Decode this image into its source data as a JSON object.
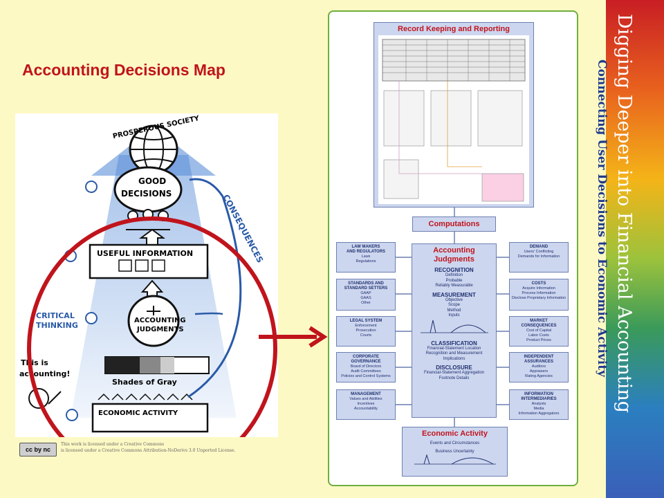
{
  "slide": {
    "title": "Accounting Decisions Map"
  },
  "banner": {
    "line1": "Digging Deeper into Financial Accounting",
    "line2": "Connecting User Decisions to Economic Activity"
  },
  "sketch": {
    "prosperous_society": "PROSPEROUS SOCIETY",
    "good_decisions_1": "GOOD",
    "good_decisions_2": "DECISIONS",
    "consequences": "CONSEQUENCES",
    "useful_information": "USEFUL INFORMATION",
    "accounting_judgments_1": "ACCOUNTING",
    "accounting_judgments_2": "JUDGMENTS",
    "critical_thinking_1": "CRITICAL",
    "critical_thinking_2": "THINKING",
    "this_is_accounting_1": "This is",
    "this_is_accounting_2": "accounting!",
    "shades_of_gray": "Shades of Gray",
    "economic_activity": "ECONOMIC ACTIVITY"
  },
  "license": {
    "badge": "cc by nc",
    "text_1": "This work is licensed under a Creative Commons",
    "text_2": "is licensed under a Creative Commons Attribution-NoDerivs 3.0 Unported License."
  },
  "map": {
    "record_keeping": "Record Keeping and Reporting",
    "computations": "Computations",
    "accounting_judgments": {
      "title_1": "Accounting",
      "title_2": "Judgments",
      "sections": [
        {
          "head": "RECOGNITION",
          "items": [
            "Definition",
            "Probable",
            "Reliably Measurable"
          ]
        },
        {
          "head": "MEASUREMENT",
          "items": [
            "Objective",
            "Scope",
            "Method",
            "Inputs"
          ]
        },
        {
          "head": "CLASSIFICATION",
          "items": [
            "Financial-Statement Location",
            "Recognition and Measurement",
            "Implications"
          ]
        },
        {
          "head": "DISCLOSURE",
          "items": [
            "Financial-Statement Aggregation",
            "Footnote Details"
          ]
        }
      ]
    },
    "economic_activity": {
      "title": "Economic Activity",
      "items": [
        "Events and Circumstances",
        "Business Uncertainty"
      ]
    },
    "left_boxes": [
      {
        "head": [
          "LAW MAKERS",
          "AND REGULATORS"
        ],
        "items": [
          "Laws",
          "Regulations"
        ]
      },
      {
        "head": [
          "STANDARDS AND",
          "STANDARD SETTERS"
        ],
        "items": [
          "GAAP",
          "GAAS",
          "Other"
        ]
      },
      {
        "head": [
          "LEGAL SYSTEM"
        ],
        "items": [
          "Enforcement",
          "Prosecution",
          "Courts"
        ]
      },
      {
        "head": [
          "CORPORATE",
          "GOVERNANCE"
        ],
        "items": [
          "Board of Directors",
          "Audit Committees",
          "Policies and Control Systems"
        ]
      },
      {
        "head": [
          "MANAGEMENT"
        ],
        "items": [
          "Values and Abilities",
          "Incentives",
          "Accountability"
        ]
      }
    ],
    "right_boxes": [
      {
        "head": [
          "DEMAND"
        ],
        "items": [
          "Users' Conflicting",
          "Demands for Information"
        ]
      },
      {
        "head": [
          "COSTS"
        ],
        "items": [
          "Acquire Information",
          "Process Information",
          "Disclose Proprietary Information"
        ]
      },
      {
        "head": [
          "MARKET",
          "CONSEQUENCES"
        ],
        "items": [
          "Cost of Capital",
          "Labor Costs",
          "Product Prices"
        ]
      },
      {
        "head": [
          "INDEPENDENT",
          "ASSURANCES"
        ],
        "items": [
          "Auditors",
          "Appraisers",
          "Rating Agencies"
        ]
      },
      {
        "head": [
          "INFORMATION",
          "INTERMEDIARIES"
        ],
        "items": [
          "Analysts",
          "Media",
          "Information Aggregators"
        ]
      }
    ]
  },
  "colors": {
    "background": "#fdf9c4",
    "title_red": "#c0141c",
    "circle_red": "#c0141c",
    "box_fill": "#cdd6ef",
    "box_text": "#1d2f6e",
    "map_border": "#6fae3c"
  }
}
